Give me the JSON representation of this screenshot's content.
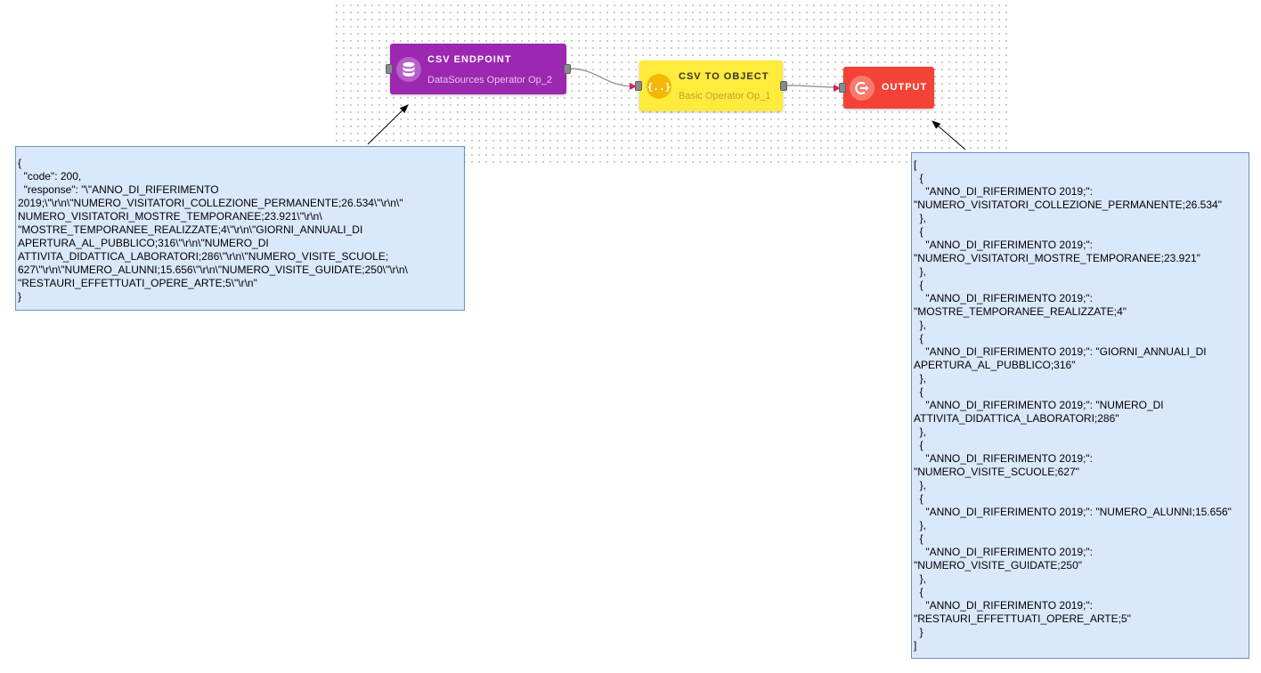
{
  "nodes": {
    "csv_endpoint": {
      "title": "CSV ENDPOINT",
      "subtitle": "DataSources Operator Op_2",
      "color": "#9c27b0",
      "icon": "database-icon"
    },
    "csv_to_object": {
      "title": "CSV TO OBJECT",
      "subtitle": "Basic Operator Op_1",
      "color": "#ffeb3b",
      "icon": "braces-icon"
    },
    "output": {
      "title": "OUTPUT",
      "color": "#f44336",
      "icon": "exit-icon"
    }
  },
  "notes": {
    "input": "{\n  \"code\": 200,\n  \"response\": \"\\\"ANNO_DI_RIFERIMENTO\n2019;\\\"\\r\\n\\\"NUMERO_VISITATORI_COLLEZIONE_PERMANENTE;26.534\\\"\\r\\n\\\"\nNUMERO_VISITATORI_MOSTRE_TEMPORANEE;23.921\\\"\\r\\n\\\n\"MOSTRE_TEMPORANEE_REALIZZATE;4\\\"\\r\\n\\\"GIORNI_ANNUALI_DI\nAPERTURA_AL_PUBBLICO;316\\\"\\r\\n\\\"NUMERO_DI\nATTIVITA_DIDATTICA_LABORATORI;286\\\"\\r\\n\\\"NUMERO_VISITE_SCUOLE;\n627\\\"\\r\\n\\\"NUMERO_ALUNNI;15.656\\\"\\r\\n\\\"NUMERO_VISITE_GUIDATE;250\\\"\\r\\n\\\n\"RESTAURI_EFFETTUATI_OPERE_ARTE;5\\\"\\r\\n\"\n}",
    "output": "[\n  {\n    \"ANNO_DI_RIFERIMENTO 2019;\":\n\"NUMERO_VISITATORI_COLLEZIONE_PERMANENTE;26.534\"\n  },\n  {\n    \"ANNO_DI_RIFERIMENTO 2019;\":\n\"NUMERO_VISITATORI_MOSTRE_TEMPORANEE;23.921\"\n  },\n  {\n    \"ANNO_DI_RIFERIMENTO 2019;\":\n\"MOSTRE_TEMPORANEE_REALIZZATE;4\"\n  },\n  {\n    \"ANNO_DI_RIFERIMENTO 2019;\": \"GIORNI_ANNUALI_DI\nAPERTURA_AL_PUBBLICO;316\"\n  },\n  {\n    \"ANNO_DI_RIFERIMENTO 2019;\": \"NUMERO_DI\nATTIVITA_DIDATTICA_LABORATORI;286\"\n  },\n  {\n    \"ANNO_DI_RIFERIMENTO 2019;\":\n\"NUMERO_VISITE_SCUOLE;627\"\n  },\n  {\n    \"ANNO_DI_RIFERIMENTO 2019;\": \"NUMERO_ALUNNI;15.656\"\n  },\n  {\n    \"ANNO_DI_RIFERIMENTO 2019;\":\n\"NUMERO_VISITE_GUIDATE;250\"\n  },\n  {\n    \"ANNO_DI_RIFERIMENTO 2019;\":\n\"RESTAURI_EFFETTUATI_OPERE_ARTE;5\"\n  }\n]"
  }
}
